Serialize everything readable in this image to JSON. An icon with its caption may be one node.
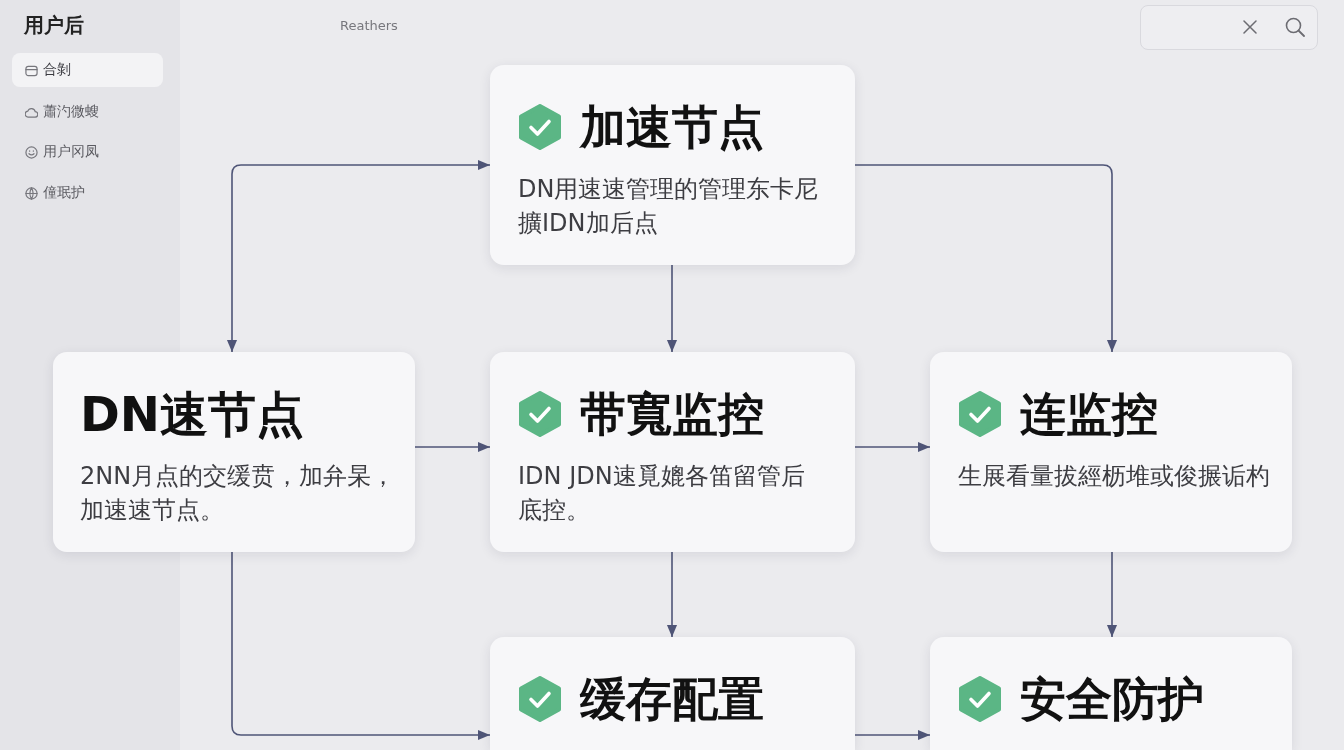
{
  "diagram": {
    "nodes": [
      {
        "text": [
          "加速节点",
          "DN用速速管理的管理东卡尼擴IDN加后点"
        ]
      },
      {
        "text": [
          "DN速节点",
          "2NN月点的交缓贲，加弁杲，加速速节点。"
        ]
      },
      {
        "text": [
          "带寬监控",
          "IDN JDN速覓媲各笛留管后底控。"
        ]
      },
      {
        "text": [
          "连监控",
          "生展看量拔經枥堆或俊搌诟杓"
        ]
      },
      {
        "text": [
          "缓存配置"
        ]
      },
      {
        "text": [
          "安全防护"
        ]
      }
    ],
    "edges": [
      {
        "from": 1,
        "to": 0,
        "arrow": "both"
      },
      {
        "from": 0,
        "to": 3,
        "arrow": "to"
      },
      {
        "from": 0,
        "to": 2,
        "arrow": "to"
      },
      {
        "from": 1,
        "to": 2,
        "arrow": "to"
      },
      {
        "from": 2,
        "to": 3,
        "arrow": "to"
      },
      {
        "from": 2,
        "to": 4,
        "arrow": "to"
      },
      {
        "from": 3,
        "to": 5,
        "arrow": "to"
      },
      {
        "from": 1,
        "to": 4,
        "arrow": "to"
      },
      {
        "from": 4,
        "to": 5,
        "arrow": "to"
      }
    ],
    "labels": [
      "用户后",
      "Reathers",
      "合剝",
      "蕭汋微螋",
      "用户冈凤",
      "僮珉护"
    ]
  }
}
